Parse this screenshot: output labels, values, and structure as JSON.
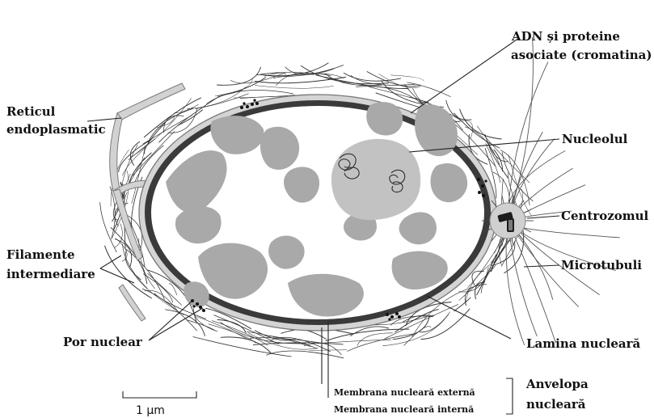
{
  "labels": {
    "dna": [
      "ADN și proteine",
      "asociate (cromatina)"
    ],
    "nucleolus": "Nucleolul",
    "er": [
      "Reticul",
      "endoplasmatic"
    ],
    "centrosome": "Centrozomul",
    "intermediate_filaments": [
      "Filamente",
      "intermediare"
    ],
    "microtubules": "Microtubuli",
    "nuclear_pore": "Por nuclear",
    "nuclear_lamina": "Lamina nucleară",
    "outer_membrane": "Membrana nucleară externă",
    "inner_membrane": "Membrana nucleară internă",
    "envelope": [
      "Anvelopa",
      "nucleară"
    ],
    "scale": "1 µm"
  },
  "colors": {
    "nucleoplasm": "#ffffff",
    "chromatin": "#a9a9a9",
    "nucleolus": "#c2c2c2",
    "lamina": "#3a3a3a",
    "membrane": "#cfcfcf",
    "filaments": "#333333"
  }
}
